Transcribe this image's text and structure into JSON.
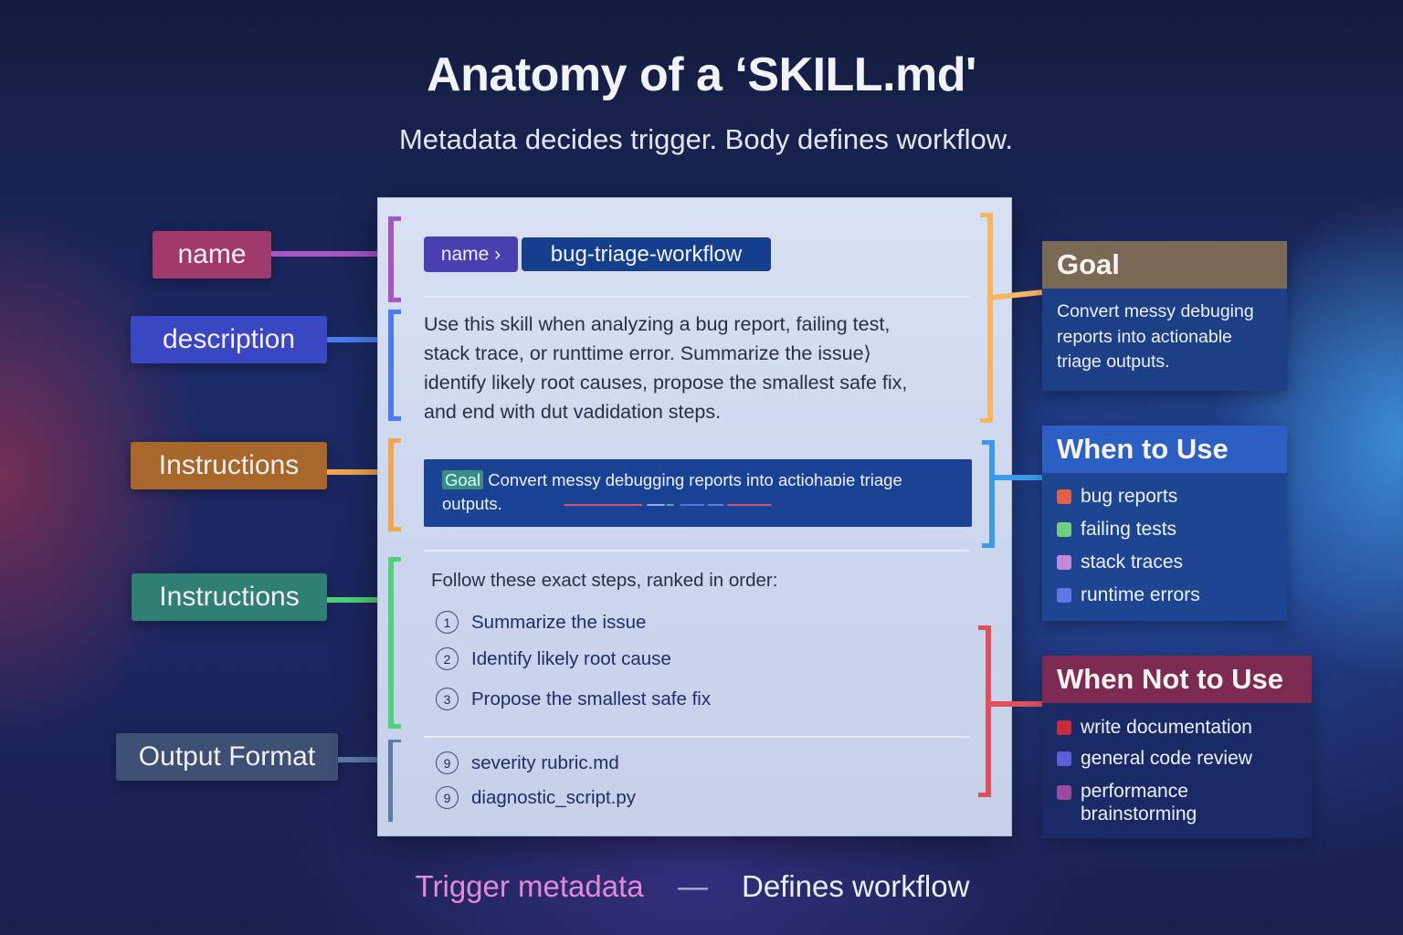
{
  "header": {
    "title": "Anatomy of a ‘SKILL.md'",
    "subtitle": "Metadata decides trigger. Body defines workflow."
  },
  "left_labels": [
    {
      "label": "name",
      "color": "#a13a6c",
      "connector": "#a855c8"
    },
    {
      "label": "description",
      "color": "#3a47c2",
      "connector": "#4a7cf0"
    },
    {
      "label": "Instructions",
      "color": "#a8672a",
      "connector": "#f2a64e"
    },
    {
      "label": "Instructions",
      "color": "#2f7f75",
      "connector": "#4fd27a"
    },
    {
      "label": "Output Format",
      "color": "#3d4f75",
      "connector": "#5a7aa8"
    }
  ],
  "document": {
    "name_key": "name ›",
    "name_value": "bug-triage-workflow",
    "description_lines": [
      "Use this skill when analyzing a bug report, failing test,",
      "stack trace, or runttime error. Summarize the issue⟩",
      "identify likely root causes, propose the smallest safe fix,",
      "and end with dut vadidation steps."
    ],
    "goal": {
      "tag": "Goal",
      "text": "Convert messy debugging reports into actiohaɒie triage outputs."
    },
    "steps_intro": "Follow these exact steps, ranked in order:",
    "steps": [
      {
        "num": "1",
        "text": "Summarize the issue"
      },
      {
        "num": "2",
        "text": "Identify likely root cause"
      },
      {
        "num": "3",
        "text": "Propose the smallest safe fix"
      }
    ],
    "resources": [
      {
        "num": "9",
        "text": "severity rubric.md"
      },
      {
        "num": "9",
        "text": "diagnostic_script.py"
      }
    ]
  },
  "right_panels": {
    "goal": {
      "title": "Goal",
      "header_color": "#7a6a55",
      "bracket_color": "#f7b560",
      "lines": [
        "Convert messy debuging",
        "reports into actionable",
        "triage outputs."
      ]
    },
    "when_to_use": {
      "title": "When to Use",
      "header_color": "#2c5fc4",
      "bracket_color": "#3c9ae8",
      "items": [
        {
          "text": "bug reports",
          "color": "#e0604a"
        },
        {
          "text": "failing tests",
          "color": "#6fcf7f"
        },
        {
          "text": "stack traces",
          "color": "#c08ad8"
        },
        {
          "text": "runtime errors",
          "color": "#6077e8"
        }
      ]
    },
    "when_not_to_use": {
      "title": "When Not to Use",
      "header_color": "#7d2a52",
      "bracket_color": "#e0505a",
      "items": [
        {
          "text": "write documentation",
          "color": "#c82a3c"
        },
        {
          "text": "general code review",
          "color": "#5b5fd8"
        },
        {
          "text": "performance brainstorming",
          "color": "#9a4aa0"
        }
      ]
    }
  },
  "footer": {
    "left": "Trigger metadata",
    "separator": "—",
    "right": "Defines workflow"
  }
}
